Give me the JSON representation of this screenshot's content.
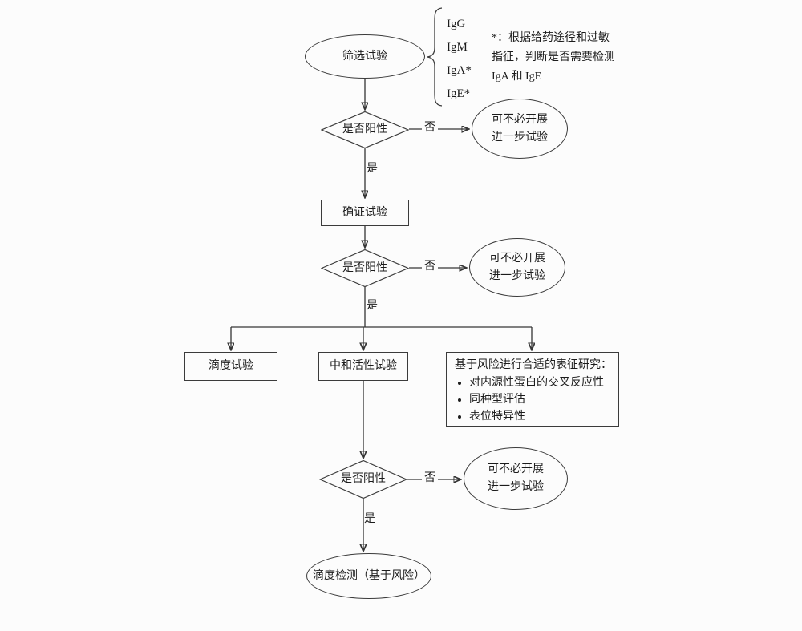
{
  "diagram": {
    "screening": {
      "label": "筛选试验"
    },
    "isotypes": {
      "items": [
        "IgG",
        "IgM",
        "IgA*",
        "IgE*"
      ]
    },
    "footnote": "*：根据给药途径和过敏指征，判断是否需要检测 IgA 和 IgE",
    "decision": {
      "label": "是否阳性",
      "yes": "是",
      "no": "否"
    },
    "skip": {
      "lines": [
        "可不必开展",
        "进一步试验"
      ]
    },
    "confirm": {
      "label": "确证试验"
    },
    "titer": {
      "label": "滴度试验"
    },
    "neutralizing": {
      "label": "中和活性试验"
    },
    "characterization": {
      "title": "基于风险进行合适的表征研究：",
      "items": [
        "对内源性蛋白的交叉反应性",
        "同种型评估",
        "表位特异性"
      ]
    },
    "final": {
      "label": "滴度检测（基于风险）"
    }
  }
}
